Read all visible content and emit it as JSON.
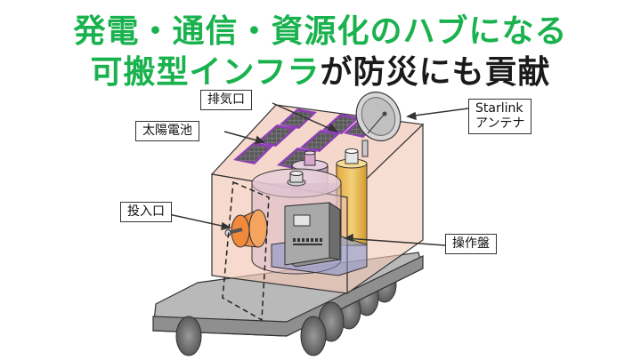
{
  "headline": {
    "line1": "発電・通信・資源化のハブになる",
    "line2_green": "可搬型インフラ",
    "line2_dark": "が防災にも貢献",
    "colors": {
      "green": "#19b24e",
      "dark": "#1a1a1a"
    }
  },
  "labels": {
    "exhaust": "排気口",
    "solar": "太陽電池",
    "inlet": "投入口",
    "panel": "操作盤",
    "starlink_line1": "Starlink",
    "starlink_line2": "アンテナ"
  }
}
